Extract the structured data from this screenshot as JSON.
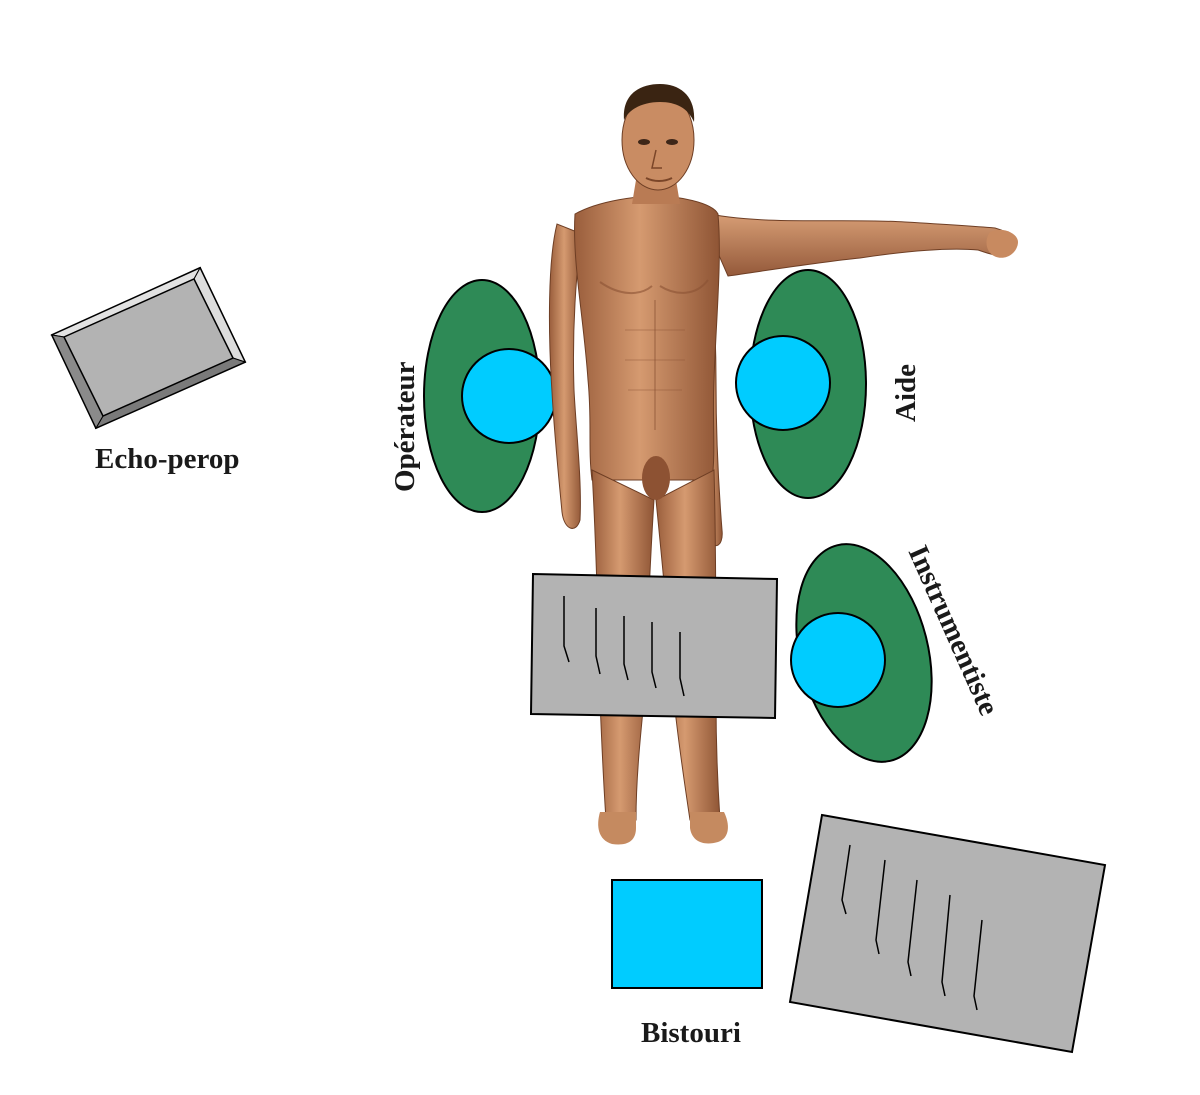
{
  "labels": {
    "echo": "Echo-perop",
    "operator": "Opérateur",
    "assistant": "Aide",
    "scrub_nurse": "Instrumentiste",
    "scalpel": "Bistouri"
  },
  "colors": {
    "background": "#ffffff",
    "staff_body": "#2e8a56",
    "staff_head": "#00ccff",
    "table": "#b3b3b3",
    "outline": "#000000",
    "skin": "#c98c63",
    "skin_shadow": "#9a5e3c",
    "hair": "#3a2412"
  },
  "icons": {
    "patient": "patient-figure-icon",
    "monitor": "ultrasound-monitor-icon",
    "instruments": "instrument-tray-icon",
    "scalpel_box": "scalpel-box-icon"
  }
}
